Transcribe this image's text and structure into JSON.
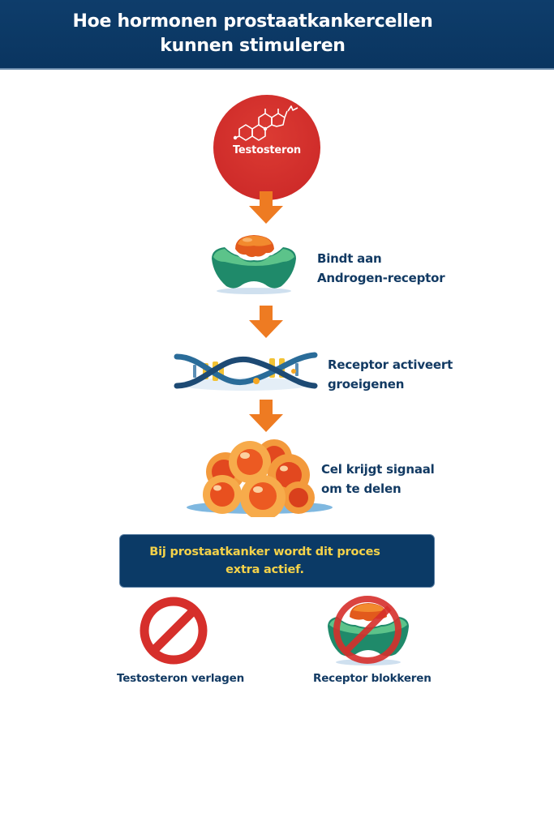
{
  "header": {
    "title_line1": "Hoe hormonen prostaatkankercellen",
    "title_line2": "kunnen stimuleren"
  },
  "hormone": {
    "label": "Testosteron",
    "icon": "steroid-molecule-icon",
    "color": "#cf2c2a"
  },
  "steps": [
    {
      "icon": "androgen-receptor-icon",
      "line1": "Bindt aan",
      "line2": "Androgen-receptor"
    },
    {
      "icon": "dna-helix-icon",
      "line1": "Receptor activeert",
      "line2": "groeigenen"
    },
    {
      "icon": "cell-cluster-icon",
      "line1": "Cel krijgt signaal",
      "line2": "om te delen"
    }
  ],
  "banner": {
    "line1": "Bij prostaatkanker wordt dit proces",
    "line2": "extra actief."
  },
  "treatments": [
    {
      "icon": "prohibited-icon",
      "label": "Testosteron verlagen"
    },
    {
      "icon": "blocked-receptor-icon",
      "label": "Receptor blokkeren"
    }
  ],
  "colors": {
    "navy": "#0b3a66",
    "arrow_orange": "#ee7b22",
    "accent_yellow": "#f4d24a",
    "receptor_green": "#1f8a6a",
    "prohibit_red": "#d62f2b"
  }
}
